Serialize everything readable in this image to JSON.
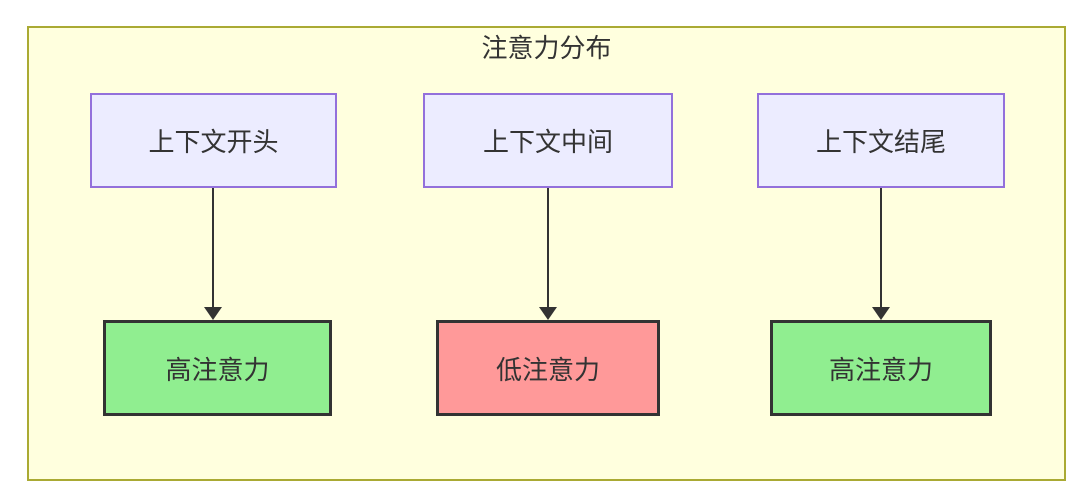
{
  "diagram": {
    "title": "注意力分布",
    "top_nodes": [
      {
        "label": "上下文开头"
      },
      {
        "label": "上下文中间"
      },
      {
        "label": "上下文结尾"
      }
    ],
    "bottom_nodes": [
      {
        "label": "高注意力",
        "level": "high"
      },
      {
        "label": "低注意力",
        "level": "low"
      },
      {
        "label": "高注意力",
        "level": "high"
      }
    ],
    "edges": [
      {
        "from": "上下文开头",
        "to": "高注意力"
      },
      {
        "from": "上下文中间",
        "to": "低注意力"
      },
      {
        "from": "上下文结尾",
        "to": "高注意力"
      }
    ],
    "colors": {
      "frame_background": "#ffffde",
      "frame_border": "#aaaa33",
      "context_node_background": "#ececff",
      "context_node_border": "#9370db",
      "high_attention_background": "#90ee90",
      "low_attention_background": "#ff9999",
      "attention_node_border": "#333333",
      "text": "#333333",
      "arrow": "#333333"
    }
  }
}
